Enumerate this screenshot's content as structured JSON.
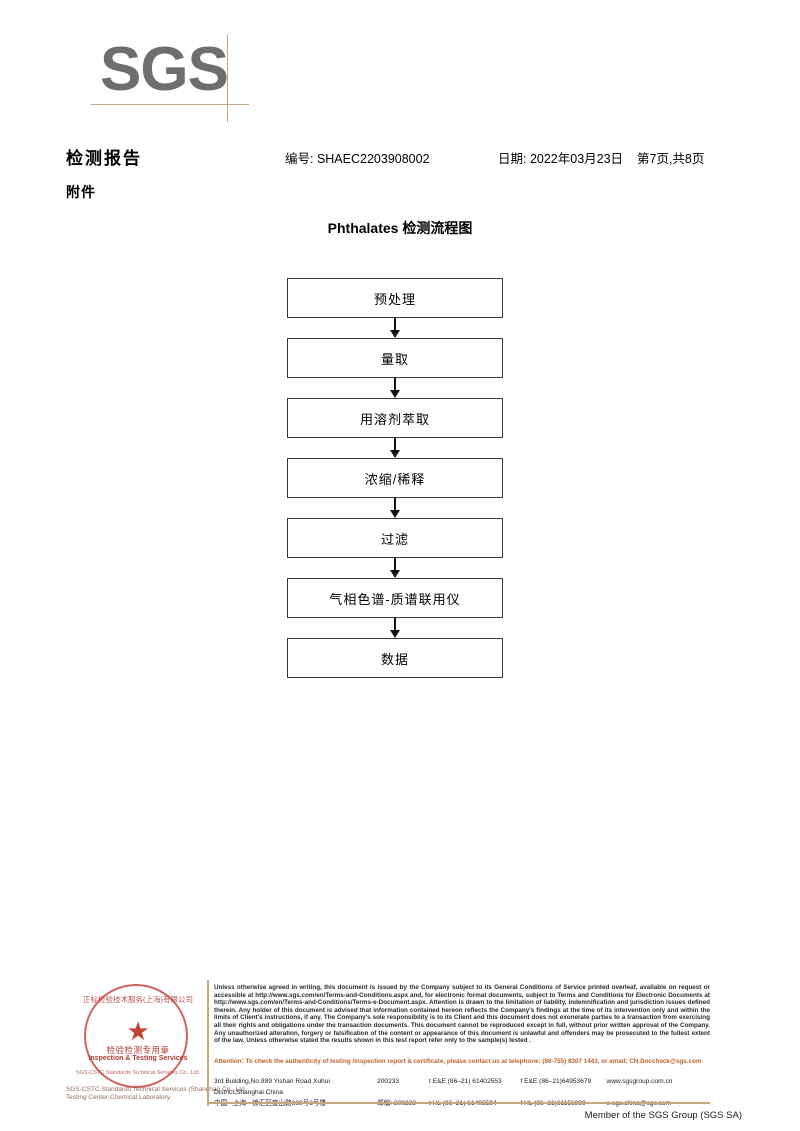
{
  "logo": {
    "text": "SGS"
  },
  "header": {
    "title": "检测报告",
    "report_no": "编号: SHAEC2203908002",
    "date": "日期: 2022年03月23日",
    "page": "第7页,共8页",
    "subtitle": "附件"
  },
  "flowchart": {
    "title": "Phthalates 检测流程图",
    "steps": [
      {
        "label": "预处理"
      },
      {
        "label": "量取"
      },
      {
        "label": "用溶剂萃取"
      },
      {
        "label": "浓缩/稀释"
      },
      {
        "label": "过滤"
      },
      {
        "label": "气相色谱-质谱联用仪"
      },
      {
        "label": "数据"
      }
    ]
  },
  "stamp": {
    "arc_cn": "正标检验技术服务(上海)有限公司",
    "star": "★",
    "center_cn": "检验检测专用章",
    "center_en": "Inspection & Testing Services",
    "arc_en": "SGS-CSTC Standards Technical Services Co., Ltd.",
    "caption_line1": "SGS-CSTC Standards Technical Services (Shanghai) Co., Ltd.",
    "caption_line2": "Testing Center-Chemical Laboratory."
  },
  "footer": {
    "legal_paragraphs": [
      "Unless otherwise agreed in writing, this document is issued by the Company subject to its General Conditions of Service printed overleaf, available on request or accessible at http://www.sgs.com/en/Terms-and-Conditions.aspx and, for electronic format documents, subject to Terms and Conditions for Electronic Documents at http://www.sgs.com/en/Terms-and-Conditions/Terms-e-Document.aspx. Attention is drawn to the limitation of liability, indemnification and jurisdiction issues defined therein. Any holder of this document is advised that information contained hereon reflects the Company's findings at the time of its intervention only and within the limits of Client's instructions, if any. The Company's sole responsibility is to its Client and this document does not exonerate parties to a transaction from exercising all their rights and obligations under the transaction documents. This document cannot be reproduced except in full, without prior written approval of the Company. Any unauthorized alteration, forgery or falsification of the content or appearance of this document is unlawful and offenders may be prosecuted to the fullest extent of the law. Unless otherwise stated the results shown in this test report refer only to the sample(s) tested ."
    ],
    "attention": "Attention: To check the authenticity of testing /inspection report & certificate, please contact us at telephone: (86-755) 8307 1443, or email: CN.Doccheck@sgs.com",
    "address_rows": [
      {
        "address": "3rd Building,No.889 Yishan Road Xuhui District,Shanghai China",
        "postcode": "200233",
        "tel": "t E&E (86–21) 61402553",
        "fax": "f E&E (86–21)64953679",
        "web": "www.sgsgroup.com.cn"
      },
      {
        "address": "中国 · 上海 · 徐汇区宜山路889号3号楼",
        "postcode": "邮编: 200233",
        "tel": "t HL (86–21) 61402594",
        "fax": "f HL (86–21)61156899",
        "web": "e sgs.china@sgs.com"
      }
    ],
    "member_line": "Member of the SGS Group (SGS SA)"
  },
  "colors": {
    "logo_gray": "#6e6e6e",
    "rule_tan": "#c6a77f",
    "stamp_red": "#c0392b",
    "attention_orange": "#c0622a"
  }
}
